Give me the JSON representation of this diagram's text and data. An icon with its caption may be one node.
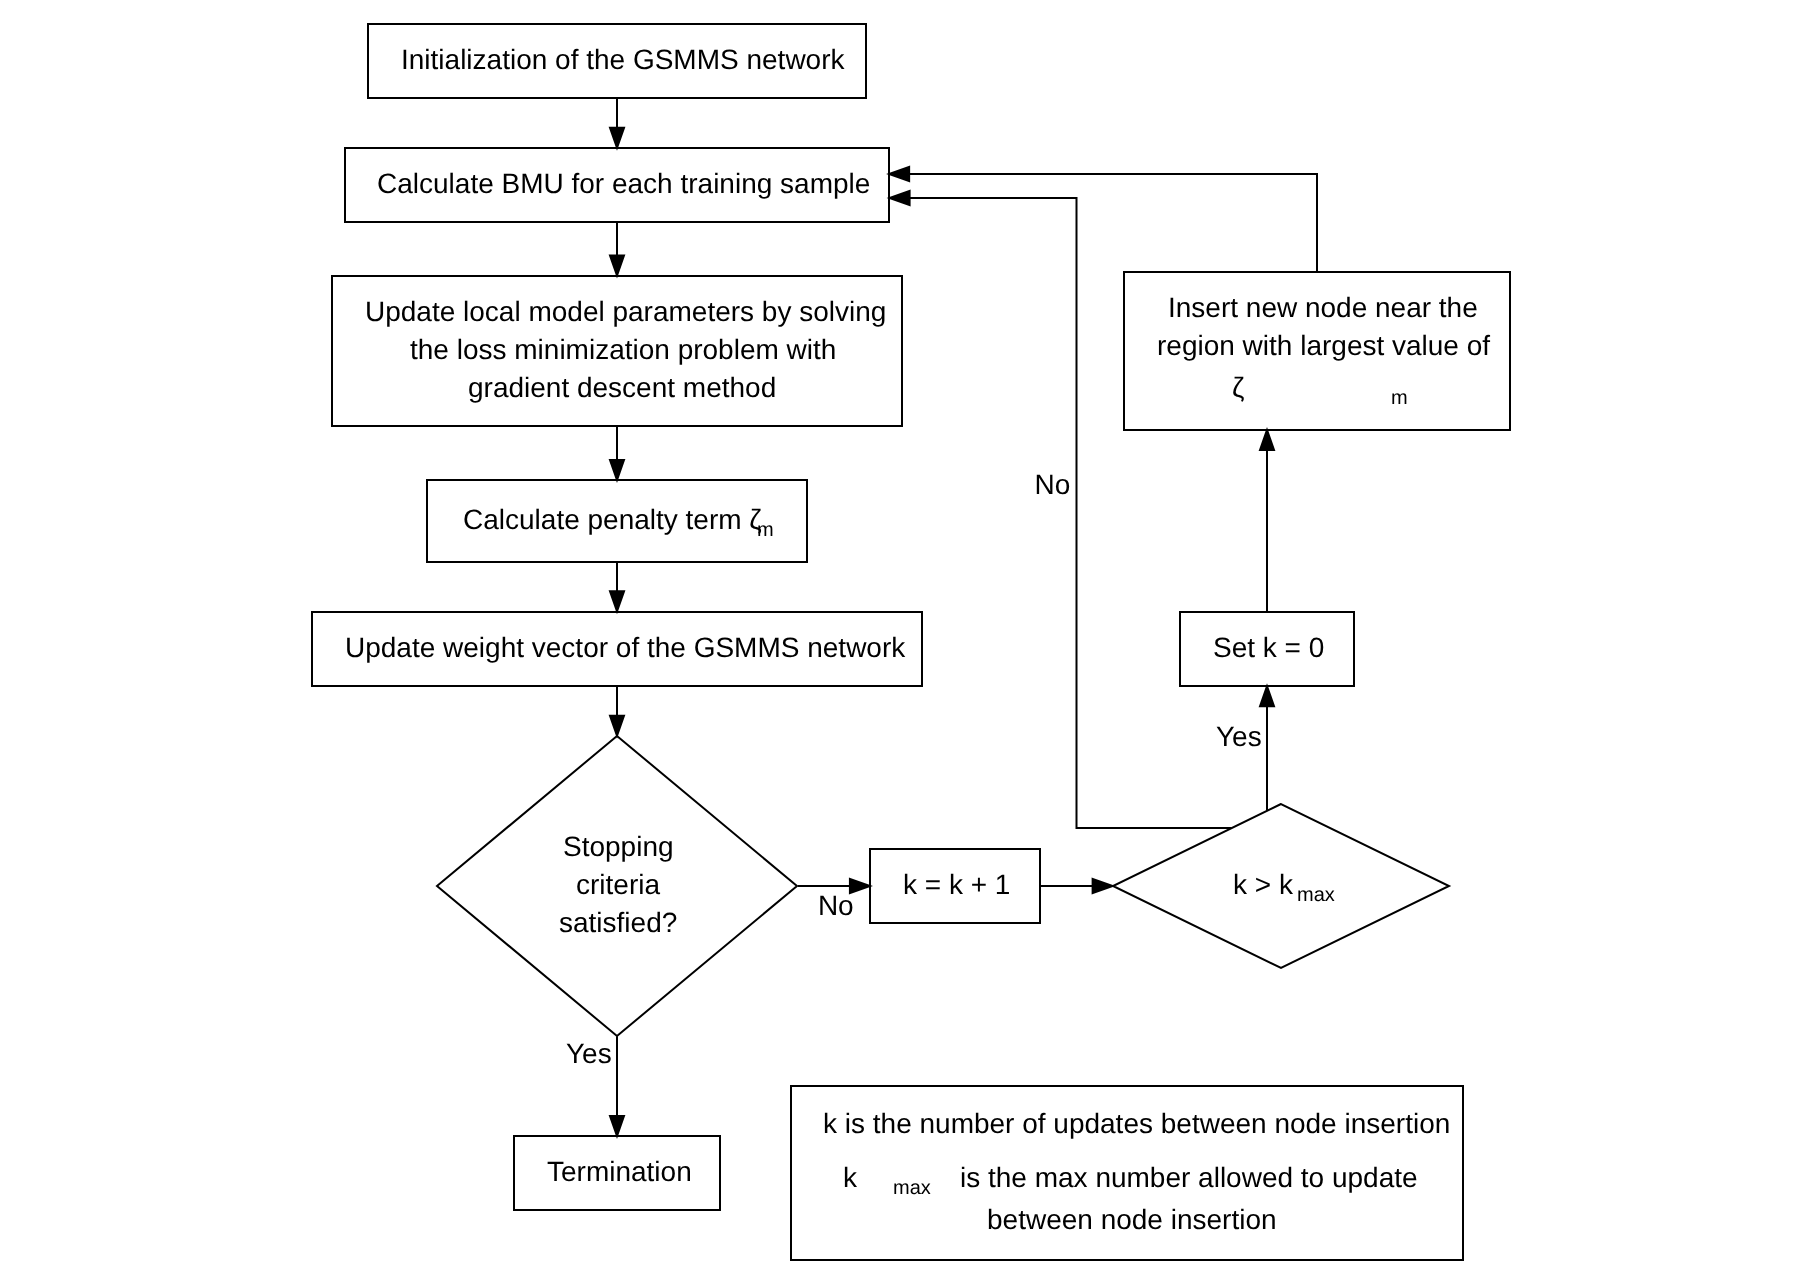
{
  "diagram": {
    "nodes": [
      {
        "text": [
          "Initialization of the GSMMS network"
        ]
      },
      {
        "text": [
          "Calculate BMU for each training sample"
        ]
      },
      {
        "text": [
          "Update local model parameters by solving the loss minimization problem with gradient descent method"
        ]
      },
      {
        "text": [
          "Calculate penalty term ζ$_{m}$"
        ]
      },
      {
        "text": [
          "Update weight vector of the GSMMS network"
        ]
      },
      {
        "text": [
          "Stopping criteria satisfied?"
        ]
      },
      {
        "text": [
          "Termination"
        ]
      },
      {
        "text": [
          "k = k + 1"
        ]
      },
      {
        "text": [
          "k > k$_{max}$"
        ]
      },
      {
        "text": [
          "Set k = 0"
        ]
      },
      {
        "text": [
          "Insert new node near the region with largest value of ζ$_{m}$"
        ]
      },
      {
        "text": [
          "k is the number of updates between node insertion",
          "k$_{max}$ is the max number allowed to update between node insertion"
        ]
      }
    ],
    "edges": [
      {
        "from": 0,
        "to": 1,
        "arrow": "to"
      },
      {
        "from": 1,
        "to": 2,
        "arrow": "to"
      },
      {
        "from": 2,
        "to": 3,
        "arrow": "to"
      },
      {
        "from": 3,
        "to": 4,
        "arrow": "to"
      },
      {
        "from": 4,
        "to": 5,
        "arrow": "to"
      },
      {
        "from": 5,
        "to": 6,
        "label": "Yes",
        "arrow": "to"
      },
      {
        "from": 5,
        "to": 7,
        "label": "No",
        "arrow": "to"
      },
      {
        "from": 7,
        "to": 8,
        "arrow": "to"
      },
      {
        "from": 8,
        "to": 9,
        "label": "Yes",
        "arrow": "to"
      },
      {
        "from": 9,
        "to": 10,
        "arrow": "to"
      },
      {
        "from": 10,
        "to": 1,
        "arrow": "to"
      },
      {
        "from": 8,
        "to": 1,
        "label": "No",
        "arrow": "to"
      }
    ]
  }
}
